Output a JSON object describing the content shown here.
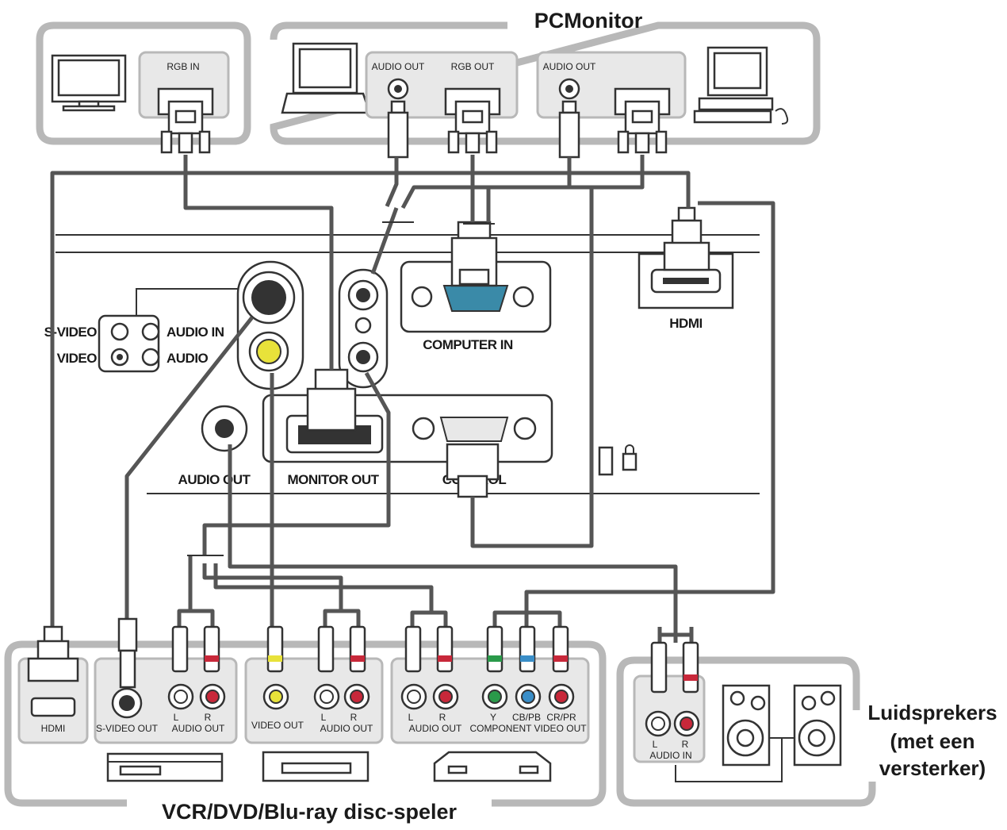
{
  "titles": {
    "pc_monitor": "PCMonitor",
    "players": "VCR/DVD/Blu-ray disc-speler",
    "speakers": [
      "Luidsprekers",
      "(met een",
      "versterker)"
    ]
  },
  "monitor_box": {
    "rgb_in": "RGB IN"
  },
  "pc_box": {
    "laptop_audio_out": "AUDIO OUT",
    "laptop_rgb_out": "RGB OUT",
    "desktop_audio_out": "AUDIO OUT"
  },
  "projector_panel": {
    "s_video": "S-VIDEO",
    "video": "VIDEO",
    "audio_in_1": "AUDIO IN",
    "audio_in_2": "AUDIO",
    "computer_in": "COMPUTER IN",
    "hdmi": "HDMI",
    "audio_out": "AUDIO OUT",
    "monitor_out": "MONITOR OUT",
    "control": "CONTROL"
  },
  "player_ports": {
    "hdmi": "HDMI",
    "s_video_out": "S-VIDEO OUT",
    "l": "L",
    "r": "R",
    "audio_out": "AUDIO OUT",
    "video_out": "VIDEO OUT",
    "y": "Y",
    "cb_pb": "CB/PB",
    "cr_pr": "CR/PR",
    "component_video_out": "COMPONENT VIDEO OUT"
  },
  "speaker_ports": {
    "l": "L",
    "r": "R",
    "audio_in": "AUDIO IN"
  },
  "colors": {
    "wire": "#555555",
    "frame": "#b8b8b8",
    "yellow": "#e8e23a",
    "red": "#c8283a",
    "green": "#2a9a4a",
    "blue": "#3a8ec8",
    "computer_in_blue": "#3a8aa8"
  }
}
